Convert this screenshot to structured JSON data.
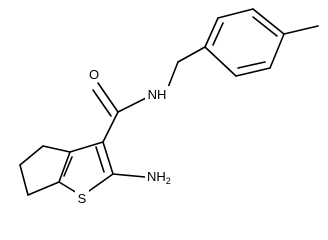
{
  "structure": {
    "atom_labels": {
      "oxygen": "O",
      "amide_nh": "NH",
      "amine_symbol": "NH",
      "amine_subscript": "2",
      "sulfur": "S"
    }
  }
}
